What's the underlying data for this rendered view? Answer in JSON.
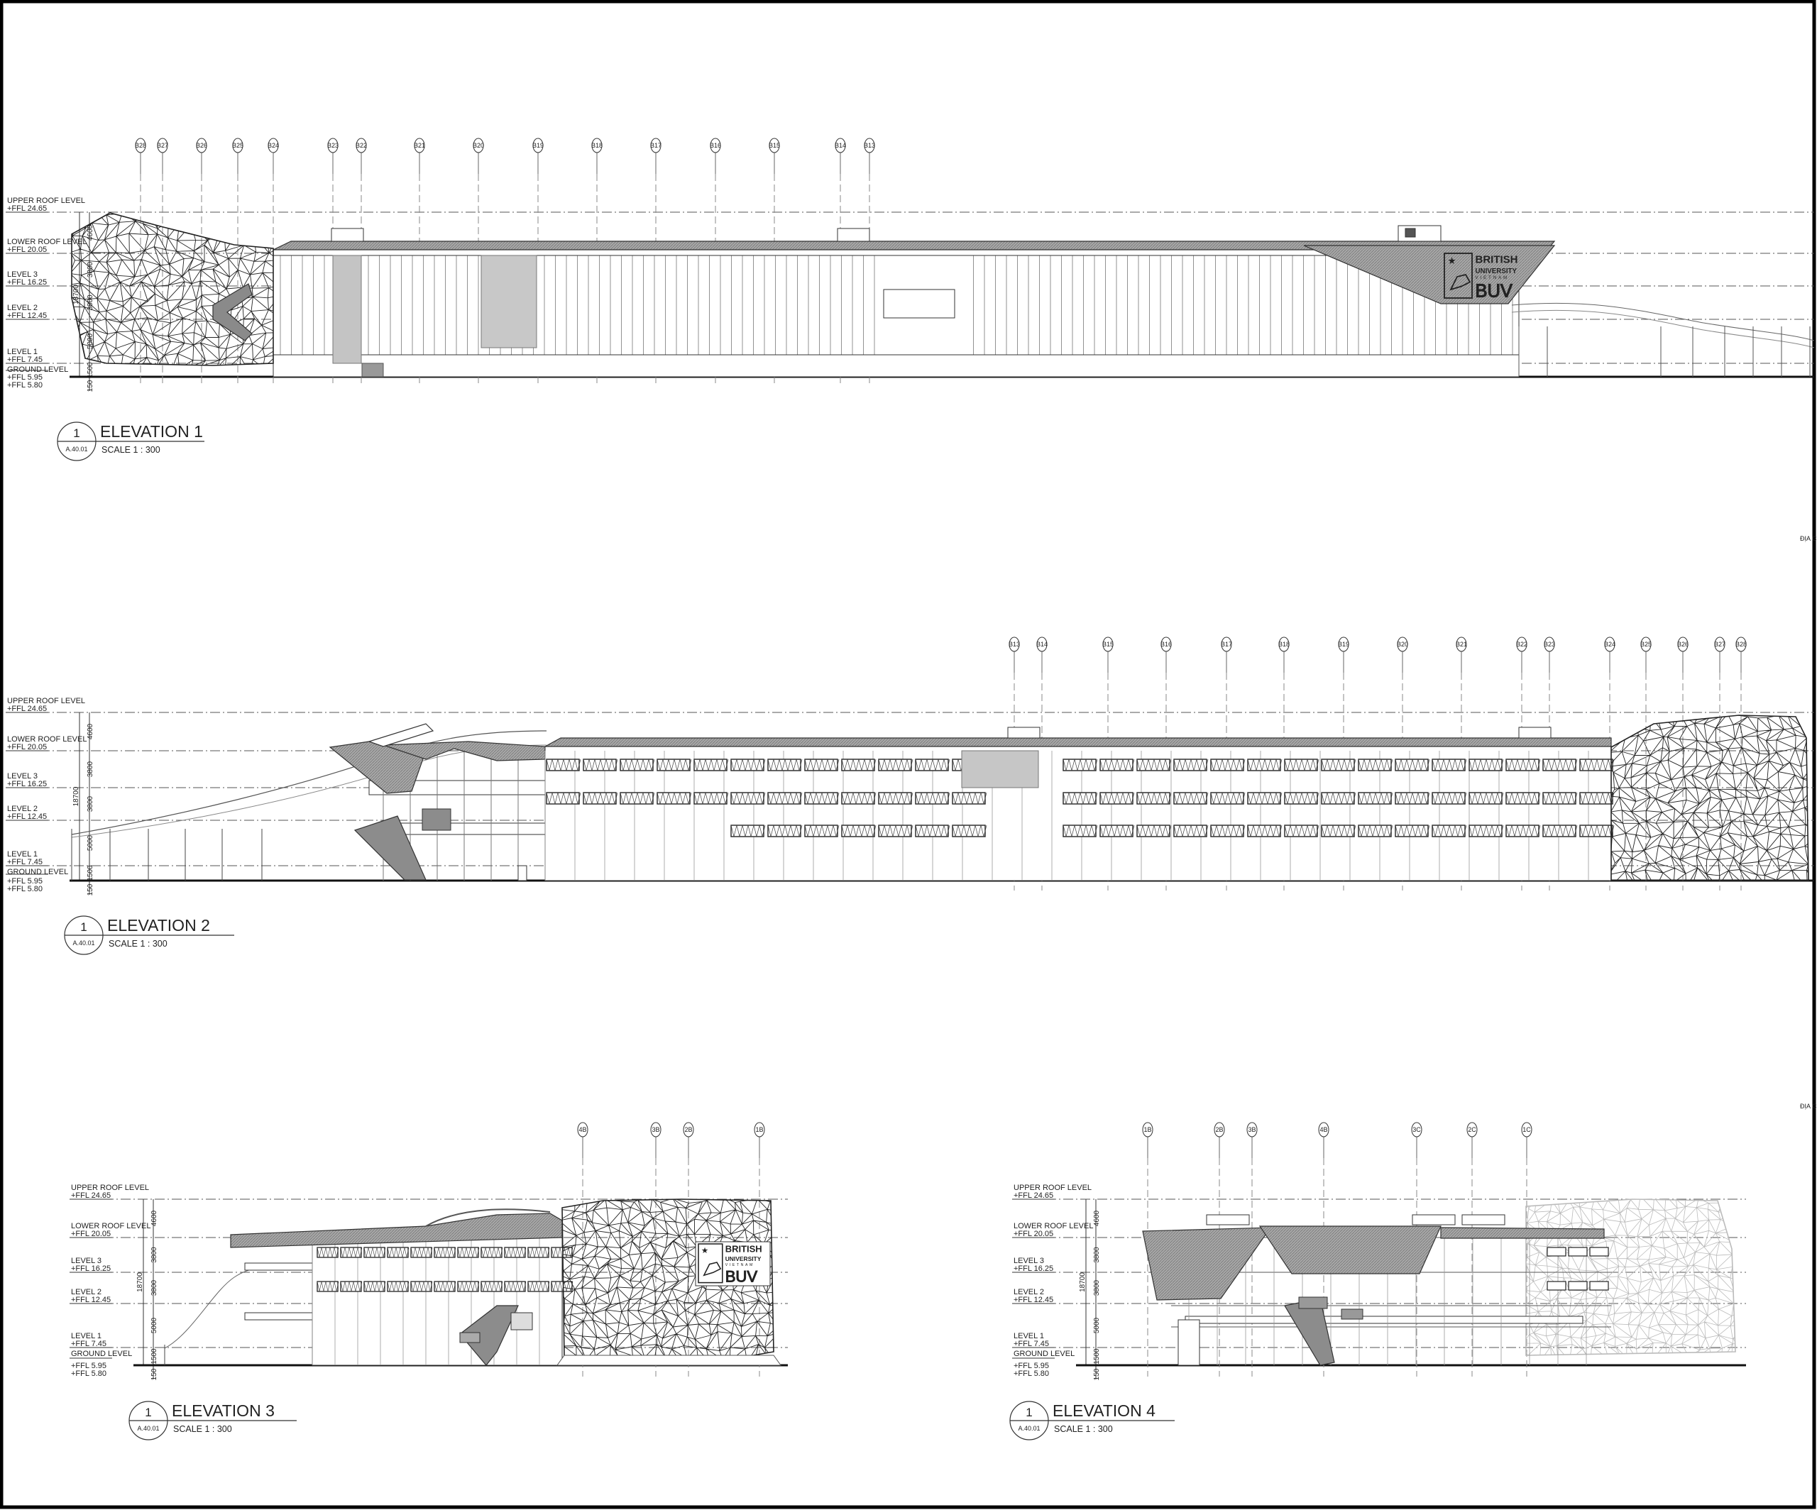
{
  "sheet": {
    "edge_notes": [
      "ĐỊA C",
      "ĐỊA C"
    ]
  },
  "levels": [
    {
      "name": "UPPER ROOF LEVEL",
      "ffl": "+FFL 24.65"
    },
    {
      "name": "LOWER ROOF LEVEL",
      "ffl": "+FFL 20.05"
    },
    {
      "name": "LEVEL 3",
      "ffl": "+FFL 16.25"
    },
    {
      "name": "LEVEL 2",
      "ffl": "+FFL 12.45"
    },
    {
      "name": "LEVEL 1",
      "ffl": "+FFL 7.45"
    },
    {
      "name": "GROUND LEVEL",
      "ffl": "+FFL 5.95",
      "ffl2": "+FFL 5.80"
    }
  ],
  "dimensions": {
    "segments": [
      "4600",
      "3800",
      "3800",
      "5000",
      "1500",
      "150"
    ],
    "total": "18700"
  },
  "logo": {
    "line1": "BRITISH",
    "line2": "UNIVERSITY",
    "line3": "VIETNAM",
    "mark": "BUV"
  },
  "elevations": [
    {
      "number": "1",
      "sheet_ref": "A.40.01",
      "title": "ELEVATION 1",
      "scale": "SCALE 1 : 300",
      "grids": [
        "B28",
        "B27",
        "B26",
        "B25",
        "B24",
        "B23",
        "B22",
        "B21",
        "B20",
        "B19",
        "B18",
        "B17",
        "B16",
        "B15",
        "B14",
        "B13"
      ]
    },
    {
      "number": "1",
      "sheet_ref": "A.40.01",
      "title": "ELEVATION 2",
      "scale": "SCALE 1 : 300",
      "grids": [
        "B13",
        "B14",
        "B15",
        "B16",
        "B17",
        "B18",
        "B19",
        "B20",
        "B21",
        "B22",
        "B23",
        "B24",
        "B25",
        "B26",
        "B27",
        "B28"
      ]
    },
    {
      "number": "1",
      "sheet_ref": "A.40.01",
      "title": "ELEVATION 3",
      "scale": "SCALE 1 : 300",
      "grids": [
        "4B",
        "3B",
        "2B",
        "1B"
      ]
    },
    {
      "number": "1",
      "sheet_ref": "A.40.01",
      "title": "ELEVATION 4",
      "scale": "SCALE 1 : 300",
      "grids": [
        "1B",
        "2B",
        "3B",
        "4B",
        "3C",
        "2C",
        "1C"
      ]
    }
  ]
}
